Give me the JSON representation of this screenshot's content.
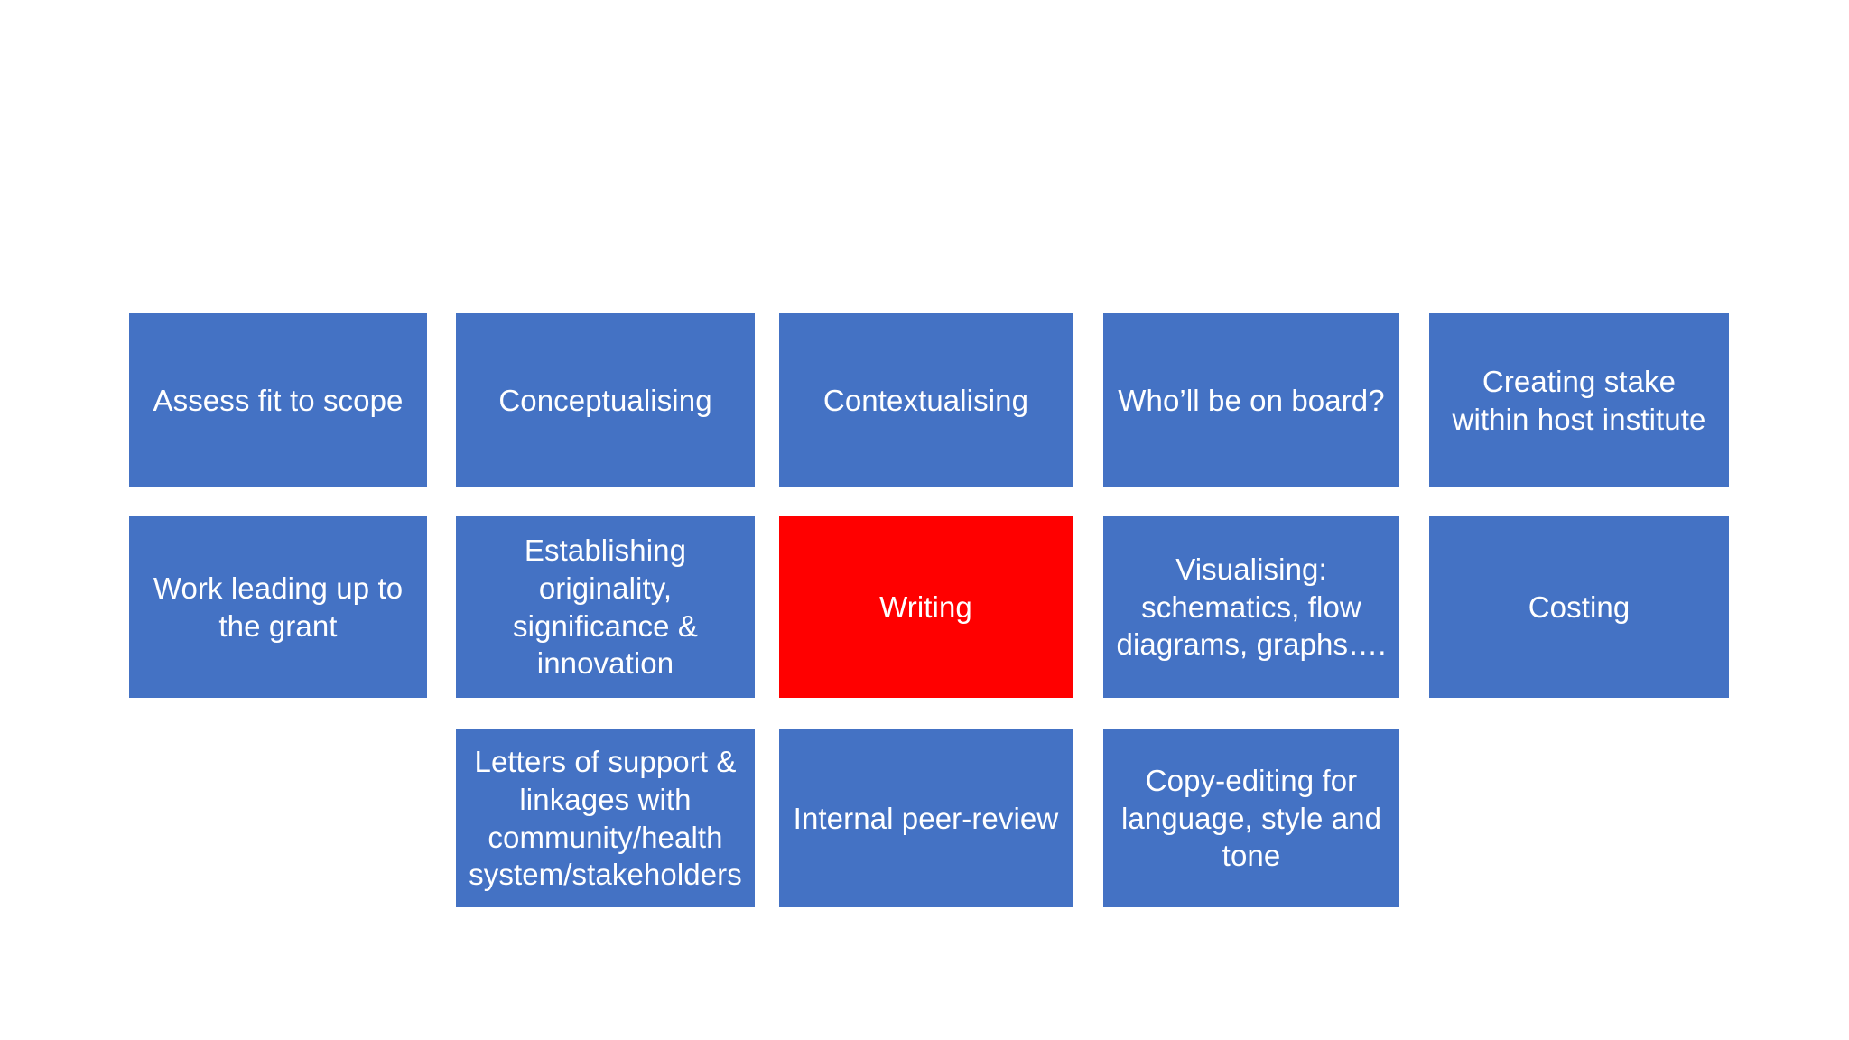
{
  "slide": {
    "background_color": "#FFFFFF",
    "box_color": "#4472C4",
    "highlight_color": "#FF0000",
    "text_color": "#FFFFFF"
  },
  "grid": {
    "rows": [
      {
        "row_name": "row-1",
        "cells": [
          {
            "label": "Assess fit to scope",
            "color": "#4472C4",
            "highlighted": false
          },
          {
            "label": "Conceptualising",
            "color": "#4472C4",
            "highlighted": false
          },
          {
            "label": "Contextualising",
            "color": "#4472C4",
            "highlighted": false
          },
          {
            "label": "Who’ll be on board?",
            "color": "#4472C4",
            "highlighted": false
          },
          {
            "label": "Creating stake\nwithin host institute",
            "color": "#4472C4",
            "highlighted": false
          }
        ]
      },
      {
        "row_name": "row-2",
        "cells": [
          {
            "label": "Work leading up to\nthe grant",
            "color": "#4472C4",
            "highlighted": false
          },
          {
            "label": "Establishing\noriginality,\nsignificance &\ninnovation",
            "color": "#4472C4",
            "highlighted": false
          },
          {
            "label": "Writing",
            "color": "#FF0000",
            "highlighted": true
          },
          {
            "label": "Visualising:\nschematics, flow\ndiagrams, graphs….",
            "color": "#4472C4",
            "highlighted": false
          },
          {
            "label": "Costing",
            "color": "#4472C4",
            "highlighted": false
          }
        ]
      },
      {
        "row_name": "row-3",
        "cells": [
          {
            "label": "",
            "color": "",
            "highlighted": false,
            "empty": true
          },
          {
            "label": "Letters of support &\nlinkages with\ncommunity/health\nsystem/stakeholders",
            "color": "#4472C4",
            "highlighted": false
          },
          {
            "label": "Internal peer-review",
            "color": "#4472C4",
            "highlighted": false
          },
          {
            "label": "Copy-editing for\nlanguage, style and\ntone",
            "color": "#4472C4",
            "highlighted": false
          },
          {
            "label": "",
            "color": "",
            "highlighted": false,
            "empty": true
          }
        ]
      }
    ]
  }
}
